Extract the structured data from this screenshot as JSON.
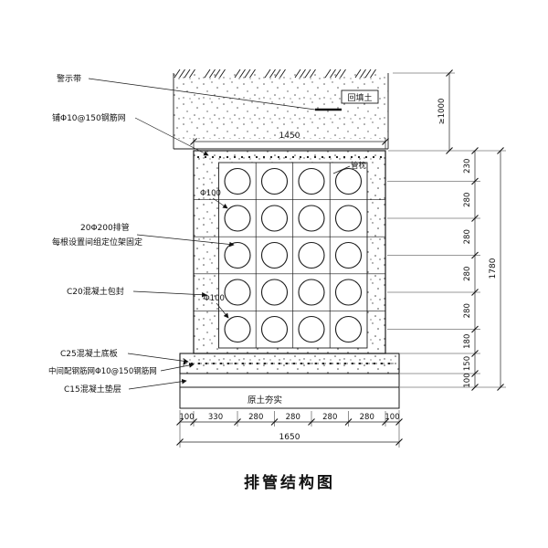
{
  "title": "排管结构图",
  "ann": {
    "warning_tape": "警示带",
    "top_mesh": "铺Φ10@150钢筋网",
    "backfill": "回填土",
    "pipe_support": "管枕",
    "dia_top": "Φ100",
    "dia_bottom": "Φ100",
    "pipes1": "20Φ200排管",
    "pipes2": "每根设置间组定位架固定",
    "encase": "C20混凝土包封",
    "slab": "C25混凝土底板",
    "mid_mesh": "中间配钢筋网Φ10@150钢筋网",
    "cushion": "C15混凝土垫层",
    "compacted": "原土夯实"
  },
  "dims": {
    "top_width": "1450",
    "depth_min": "≥1000",
    "right_segments": [
      "230",
      "280",
      "280",
      "280",
      "280",
      "180",
      "150",
      "100"
    ],
    "right_total": "1780",
    "bottom_segments": [
      "100",
      "330",
      "280",
      "280",
      "280",
      "280",
      "100"
    ],
    "bottom_total": "1650"
  },
  "colors": {
    "ink": "#1a1a1a",
    "paper": "#ffffff"
  }
}
